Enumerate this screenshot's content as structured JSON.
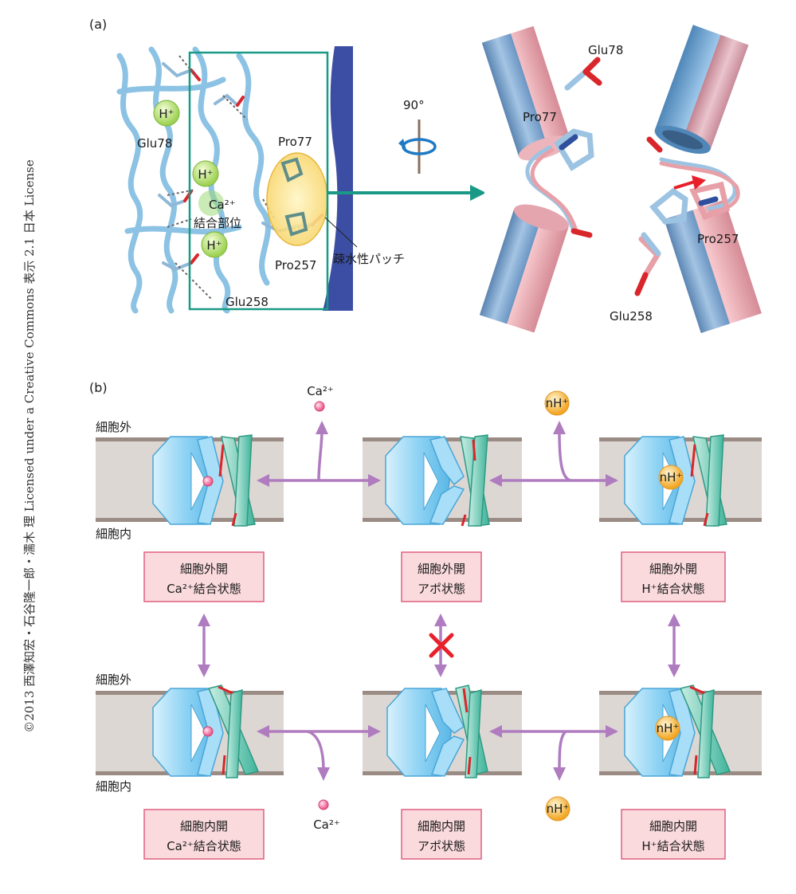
{
  "credit": "©2013 西澤知宏・石谷隆一郎・濡木 理 Licensed under a Creative Commons 表示 2.1 日本 License",
  "panel_a": {
    "label": "(a)",
    "left": {
      "h_plus_1": "H⁺",
      "h_plus_2": "H⁺",
      "h_plus_3": "H⁺",
      "glu78": "Glu78",
      "pro77": "Pro77",
      "ca_site_ion": "Ca²⁺",
      "ca_site_label": "結合部位",
      "pro257": "Pro257",
      "glu258": "Glu258",
      "hydrophobic_patch": "疎水性パッチ"
    },
    "rotation": "90°",
    "right": {
      "glu78": "Glu78",
      "pro77": "Pro77",
      "pro257": "Pro257",
      "glu258": "Glu258"
    }
  },
  "panel_b": {
    "label": "(b)",
    "outside_label": "細胞外",
    "inside_label": "細胞内",
    "ion_ca": "Ca²⁺",
    "ion_nh": "nH⁺",
    "top_states": [
      {
        "line1": "細胞外開",
        "line2": "Ca²⁺結合状態"
      },
      {
        "line1": "細胞外開",
        "line2": "アポ状態"
      },
      {
        "line1": "細胞外開",
        "line2": "H⁺結合状態"
      }
    ],
    "bottom_states": [
      {
        "line1": "細胞内開",
        "line2": "Ca²⁺結合状態"
      },
      {
        "line1": "細胞内開",
        "line2": "アポ状態"
      },
      {
        "line1": "細胞内開",
        "line2": "H⁺結合状態"
      }
    ]
  },
  "colors": {
    "membrane": "#dcd7d3",
    "membrane_edge": "#9a8c84",
    "transporter_blue": "#8fd3f4",
    "transporter_teal": "#6cc9b4",
    "arrow_purple": "#b07cc0",
    "state_box_bg": "#fadadd",
    "state_box_border": "#e06080",
    "ca_ion": "#f06292",
    "h_ion": "#f7b733",
    "helix_blue": "#7bb5dc",
    "helix_pink": "#e8a0a8",
    "frame_teal": "#1a9a86",
    "block_red": "#e8202a"
  }
}
